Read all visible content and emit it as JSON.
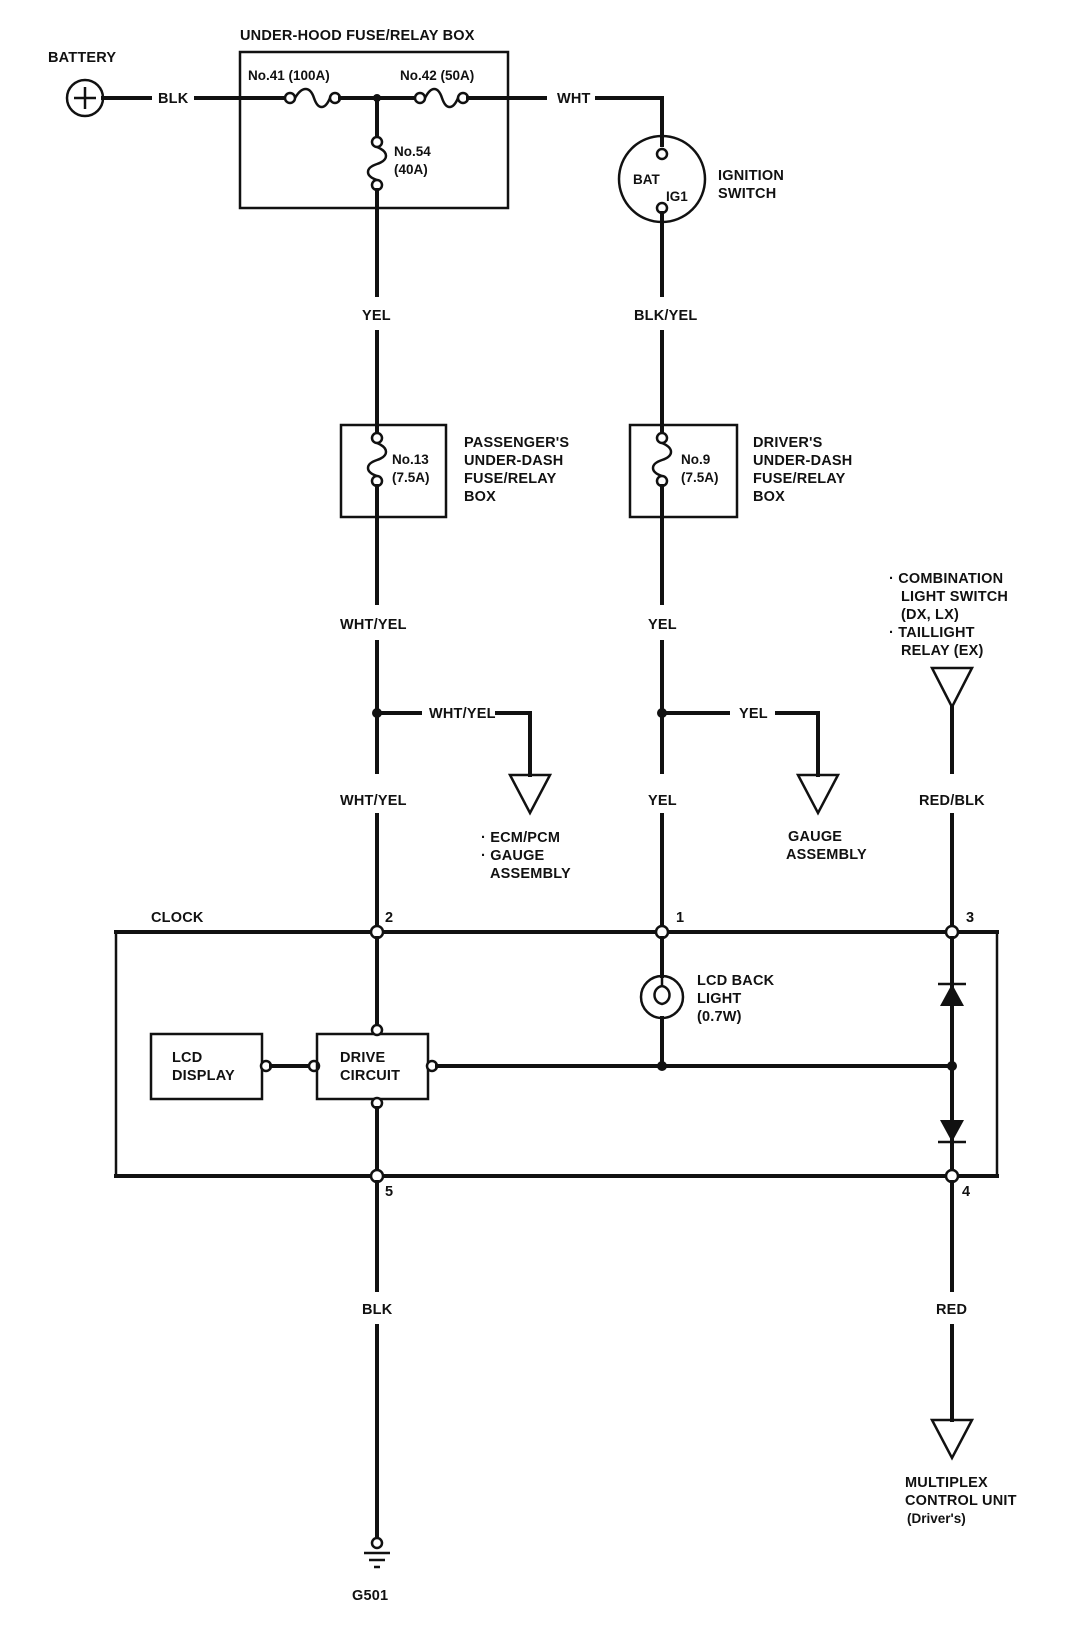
{
  "battery": {
    "label": "BATTERY",
    "wire": "BLK"
  },
  "underhood_box": {
    "title": "UNDER-HOOD FUSE/RELAY BOX",
    "fuse41": "No.41 (100A)",
    "fuse42": "No.42 (50A)",
    "fuse54_a": "No.54",
    "fuse54_b": "(40A)"
  },
  "ignition": {
    "wire_in": "WHT",
    "bat": "BAT",
    "ig1": "IG1",
    "label_1": "IGNITION",
    "label_2": "SWITCH",
    "wire_out": "BLK/YEL"
  },
  "passenger_box": {
    "fuse_a": "No.13",
    "fuse_b": "(7.5A)",
    "label_1": "PASSENGER'S",
    "label_2": "UNDER-DASH",
    "label_3": "FUSE/RELAY",
    "label_4": "BOX"
  },
  "driver_box": {
    "fuse_a": "No.9",
    "fuse_b": "(7.5A)",
    "label_1": "DRIVER'S",
    "label_2": "UNDER-DASH",
    "label_3": "FUSE/RELAY",
    "label_4": "BOX"
  },
  "wires": {
    "yel_top": "YEL",
    "whtyel_1": "WHT/YEL",
    "whtyel_branch": "WHT/YEL",
    "whtyel_2": "WHT/YEL",
    "yel_1": "YEL",
    "yel_branch": "YEL",
    "yel_2": "YEL",
    "redblk": "RED/BLK",
    "blk_bottom": "BLK",
    "red_bottom": "RED"
  },
  "destinations": {
    "ecm_1": "· ECM/PCM",
    "ecm_2": "· GAUGE",
    "ecm_3": "ASSEMBLY",
    "gauge_1": "GAUGE",
    "gauge_2": "ASSEMBLY",
    "combo_1": "· COMBINATION",
    "combo_2": "LIGHT SWITCH",
    "combo_3": "(DX, LX)",
    "combo_4": "· TAILLIGHT",
    "combo_5": "RELAY (EX)",
    "mux_1": "MULTIPLEX",
    "mux_2": "CONTROL UNIT",
    "mux_3": "(Driver's)"
  },
  "clock": {
    "title": "CLOCK",
    "pin2": "2",
    "pin1": "1",
    "pin3": "3",
    "pin5": "5",
    "pin4": "4",
    "lcd_1": "LCD",
    "lcd_2": "DISPLAY",
    "drive_1": "DRIVE",
    "drive_2": "CIRCUIT",
    "backlight_1": "LCD BACK",
    "backlight_2": "LIGHT",
    "backlight_3": "(0.7W)"
  },
  "ground": {
    "label": "G501"
  }
}
